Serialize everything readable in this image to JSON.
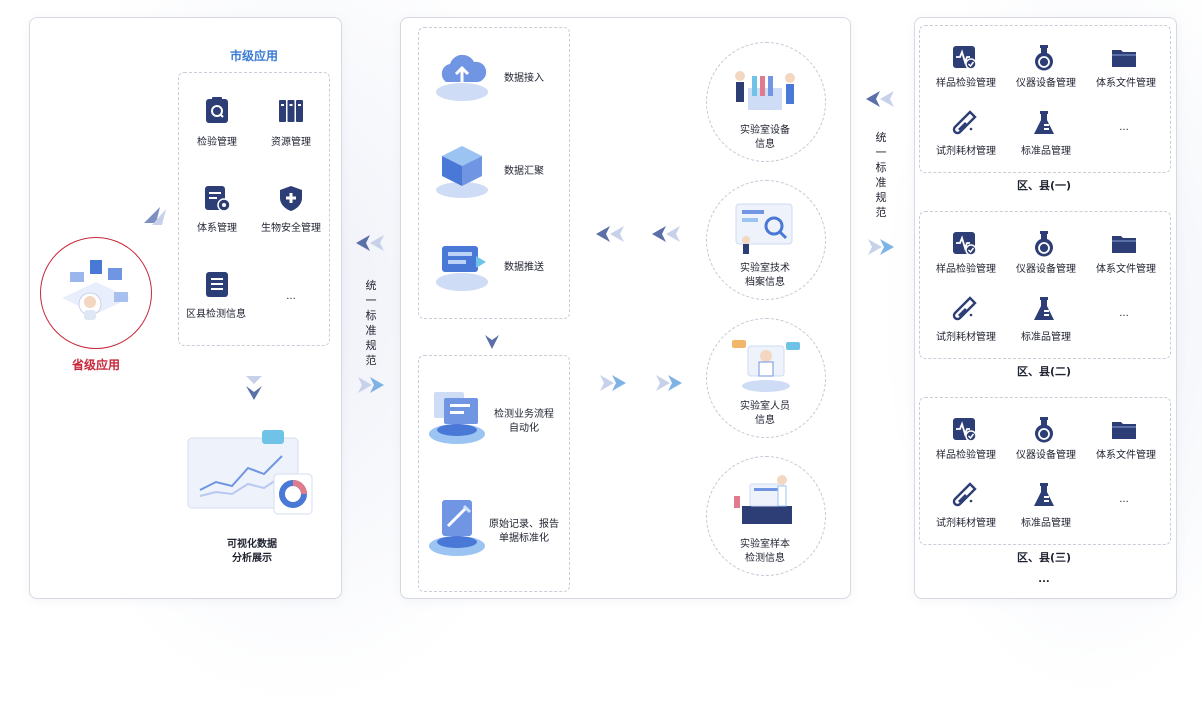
{
  "city": {
    "title": "市级应用",
    "items": [
      "检验管理",
      "资源管理",
      "体系管理",
      "生物安全管理",
      "区县检测信息",
      "..."
    ]
  },
  "province": {
    "title": "省级应用"
  },
  "visual": {
    "title": "可视化数据\n分析展示"
  },
  "unify_left": "统一标准规范",
  "unify_right": "统一标准规范",
  "data_flow": {
    "items": [
      "数据接入",
      "数据汇聚",
      "数据推送"
    ]
  },
  "automation": {
    "items": [
      "检测业务流程\n自动化",
      "原始记录、报告\n单据标准化"
    ]
  },
  "lab_info": [
    "实验室设备\n信息",
    "实验室技术\n档案信息",
    "实验室人员\n信息",
    "实验室样本\n检测信息"
  ],
  "districts": [
    {
      "title": "区、县(一)",
      "items": [
        "样品检验管理",
        "仪器设备管理",
        "体系文件管理",
        "试剂耗材管理",
        "标准品管理",
        "..."
      ]
    },
    {
      "title": "区、县(二)",
      "items": [
        "样品检验管理",
        "仪器设备管理",
        "体系文件管理",
        "试剂耗材管理",
        "标准品管理",
        "..."
      ]
    },
    {
      "title": "区、县(三)",
      "items": [
        "样品检验管理",
        "仪器设备管理",
        "体系文件管理",
        "试剂耗材管理",
        "标准品管理",
        "..."
      ]
    }
  ],
  "more": "...",
  "colors": {
    "navy": "#2c3e75",
    "blue": "#3a7bd5",
    "red": "#c8283b"
  }
}
